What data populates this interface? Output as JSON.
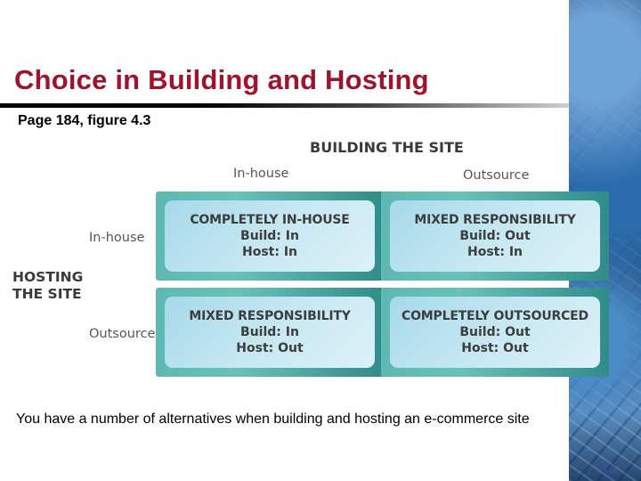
{
  "slide": {
    "title": "Choice in Building and Hosting",
    "subtitle": "Page 184, figure 4.3",
    "caption": "You have a number of alternatives when building and hosting an e-commerce site",
    "page_number": "13"
  },
  "diagram": {
    "heading": "BUILDING THE SITE",
    "columns": [
      "In-house",
      "Outsource"
    ],
    "rows": [
      "In-house",
      "Outsource"
    ],
    "row_axis_label": [
      "HOSTING",
      "THE SITE"
    ],
    "cells": [
      {
        "title": "COMPLETELY IN-HOUSE",
        "build": "Build: In",
        "host": "Host: In"
      },
      {
        "title": "MIXED RESPONSIBILITY",
        "build": "Build: Out",
        "host": "Host: In"
      },
      {
        "title": "MIXED RESPONSIBILITY",
        "build": "Build: In",
        "host": "Host: Out"
      },
      {
        "title": "COMPLETELY OUTSOURCED",
        "build": "Build: Out",
        "host": "Host: Out"
      }
    ]
  },
  "colors": {
    "title": "#a0132d",
    "cell_border": "#5cb8b0",
    "cell_fill": "#c9e9f3",
    "page_number": "#3a53a0"
  }
}
